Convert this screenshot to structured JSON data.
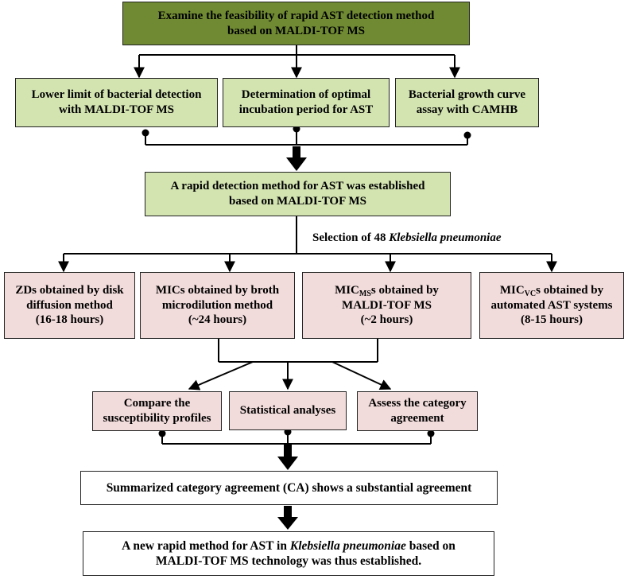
{
  "top": {
    "line1": "Examine the feasibility of rapid AST detection method",
    "line2": "based on MALDI-TOF MS"
  },
  "feasibility": [
    {
      "line1": "Lower limit of bacterial detection",
      "line2": "with MALDI-TOF MS"
    },
    {
      "line1": "Determination of optimal",
      "line2": "incubation period for AST"
    },
    {
      "line1": "Bacterial growth curve",
      "line2": "assay with CAMHB"
    }
  ],
  "established": {
    "line1": "A rapid detection method for AST was established",
    "line2": "based on MALDI-TOF MS"
  },
  "selection": {
    "prefix": "Selection of 48 ",
    "species": "Klebsiella pneumoniae"
  },
  "methods": [
    {
      "line1": "ZDs obtained by disk",
      "line2": "diffusion method",
      "line3": "(16-18 hours)"
    },
    {
      "line1": "MICs obtained by broth",
      "line2": "microdilution method",
      "line3": "(~24 hours)"
    },
    {
      "l1_pre": "MIC",
      "l1_sub": "MS",
      "l1_post": "s obtained by",
      "line2": "MALDI-TOF MS",
      "line3": "(~2 hours)"
    },
    {
      "l1_pre": "MIC",
      "l1_sub": "VC",
      "l1_post": "s obtained by",
      "line2": "automated AST systems",
      "line3": "(8-15 hours)"
    }
  ],
  "analyses": [
    {
      "line1": "Compare the",
      "line2": "susceptibility profiles"
    },
    {
      "line1": "Statistical analyses"
    },
    {
      "line1": "Assess the category",
      "line2": "agreement"
    }
  ],
  "summary": "Summarized category agreement (CA) shows a substantial agreement",
  "conclusion": {
    "l1_pre": "A new rapid method for AST in ",
    "l1_species": "Klebsiella pneumoniae",
    "l1_post": " based on",
    "line2": "MALDI-TOF MS technology was thus established."
  }
}
